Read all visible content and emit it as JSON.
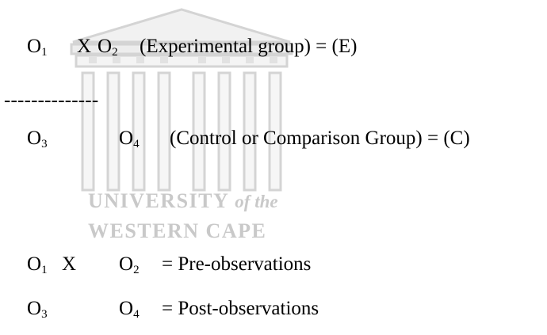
{
  "watermark": {
    "line1_main": "UNIVERSITY",
    "line1_sub": "of the",
    "line2": "WESTERN CAPE",
    "logo": "university-building-logo"
  },
  "design": {
    "row1": {
      "o1": "O",
      "o1_sub": "1",
      "x": "X",
      "o2": "O",
      "o2_sub": "2",
      "desc": "(Experimental group) = (E)"
    },
    "separator": "--------------",
    "row2": {
      "o3": "O",
      "o3_sub": "3",
      "o4": "O",
      "o4_sub": "4",
      "desc": "(Control or Comparison Group) = (C)"
    }
  },
  "legend": {
    "row1": {
      "o1": "O",
      "o1_sub": "1",
      "x": "X",
      "o2": "O",
      "o2_sub": "2",
      "desc": "= Pre-observations"
    },
    "row2": {
      "o3": "O",
      "o3_sub": "3",
      "o4": "O",
      "o4_sub": "4",
      "desc": "= Post-observations"
    }
  }
}
